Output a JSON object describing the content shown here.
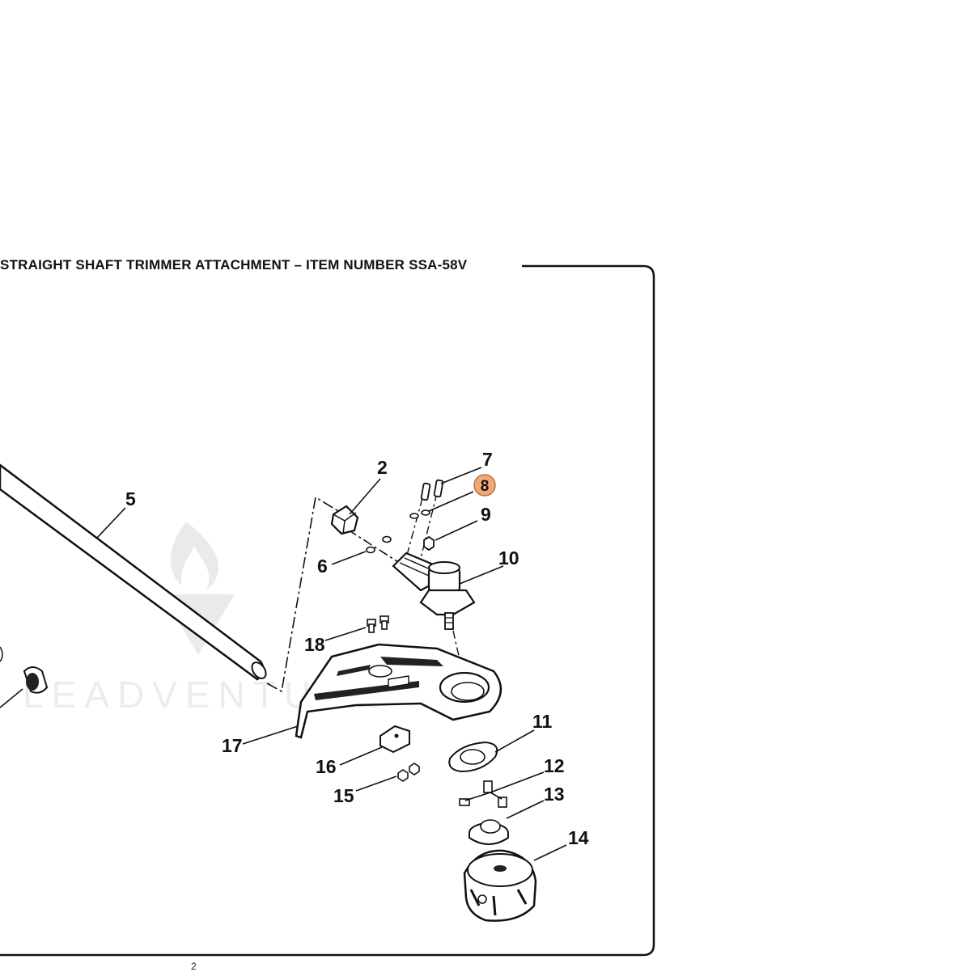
{
  "diagram": {
    "title": "STRAIGHT SHAFT TRIMMER ATTACHMENT – ITEM NUMBER SSA-58V",
    "page_number": "2",
    "watermark": "LEADVENTURE",
    "highlight_color": "#f0a878",
    "callouts": [
      {
        "id": "2",
        "label": "2"
      },
      {
        "id": "5",
        "label": "5"
      },
      {
        "id": "6",
        "label": "6"
      },
      {
        "id": "7",
        "label": "7"
      },
      {
        "id": "8",
        "label": "8",
        "highlighted": true
      },
      {
        "id": "9",
        "label": "9"
      },
      {
        "id": "10",
        "label": "10"
      },
      {
        "id": "11",
        "label": "11"
      },
      {
        "id": "12",
        "label": "12"
      },
      {
        "id": "13",
        "label": "13"
      },
      {
        "id": "14",
        "label": "14"
      },
      {
        "id": "15",
        "label": "15"
      },
      {
        "id": "16",
        "label": "16"
      },
      {
        "id": "17",
        "label": "17"
      },
      {
        "id": "18",
        "label": "18"
      }
    ]
  }
}
